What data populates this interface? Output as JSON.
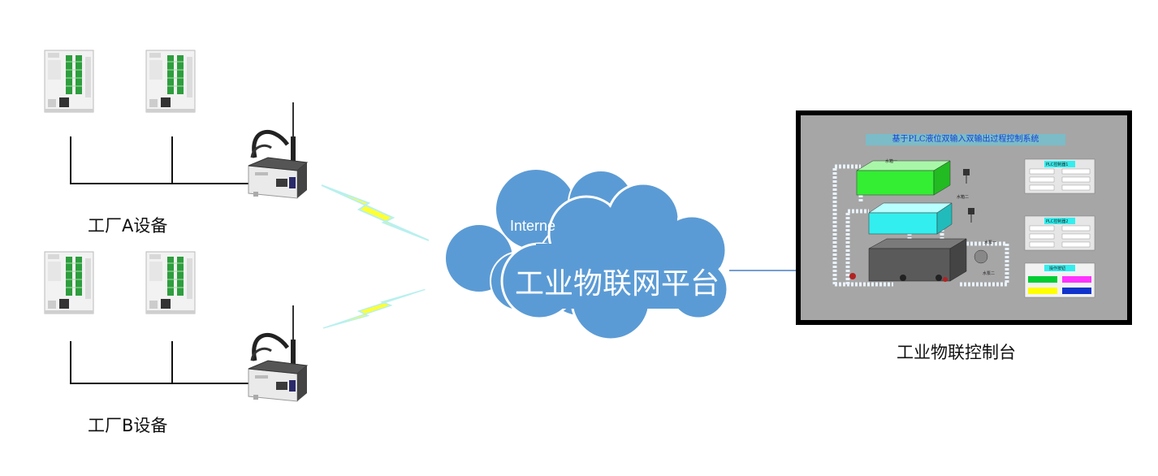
{
  "factory_a_label": "工厂A设备",
  "factory_b_label": "工厂B设备",
  "cloud_small_label": "Interne",
  "cloud_main_label": "工业物联网平台",
  "console_label": "工业物联控制台",
  "scada": {
    "title": "基于PLC液位双输入双输出过程控制系统",
    "panel1_title": "PLC控制器1",
    "panel2_title": "PLC控制器2",
    "buttons_title": "操作按钮",
    "tank1": "水箱一",
    "tank2": "水箱二",
    "pump": "水泵二",
    "pump1": "水泵一",
    "colors": {
      "frame": "#000000",
      "screen_bg": "#a6a6a6",
      "tank1": "#33ee33",
      "tank2": "#33eeee",
      "reservoir": "#5a5a5a",
      "btn1": "#00cc33",
      "btn2": "#ff33ff",
      "btn3": "#ffff00",
      "btn4": "#1133cc"
    }
  },
  "colors": {
    "cloud": "#5b9bd5",
    "lightning_fill": "#ffff33",
    "lightning_stroke": "#b8f0ee",
    "line": "#111111",
    "link": "#4a7fc0"
  }
}
